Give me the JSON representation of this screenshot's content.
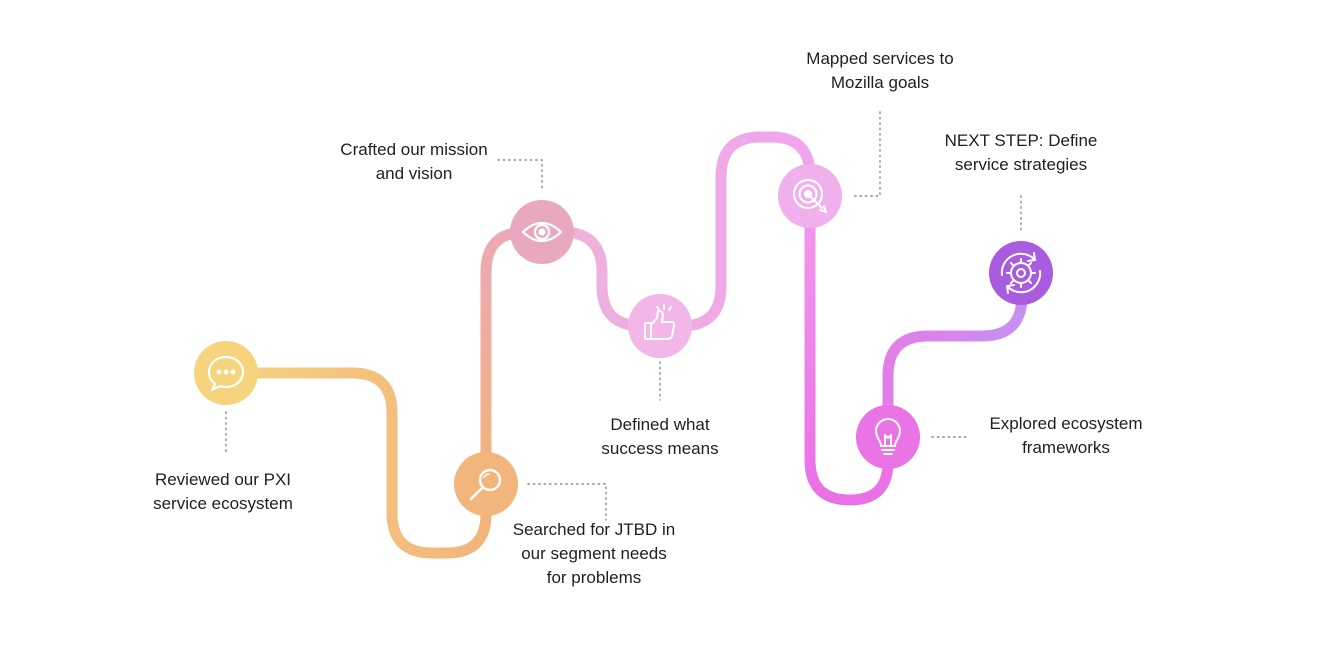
{
  "steps": [
    {
      "id": "reviewed",
      "icon": "speech-bubble-icon",
      "color": "#F6D47E",
      "lines": [
        "Reviewed our PXI",
        "service ecosystem"
      ]
    },
    {
      "id": "searched",
      "icon": "magnifier-icon",
      "color": "#F2B57C",
      "lines": [
        "Searched for JTBD in",
        "our segment needs",
        "for problems"
      ]
    },
    {
      "id": "crafted",
      "icon": "eye-icon",
      "color": "#E8A9C0",
      "lines": [
        "Crafted our mission",
        "and vision"
      ]
    },
    {
      "id": "defined",
      "icon": "thumbs-up-icon",
      "color": "#F3B6E8",
      "lines": [
        "Defined what",
        "success means"
      ]
    },
    {
      "id": "mapped",
      "icon": "target-icon",
      "color": "#F0B0EC",
      "lines": [
        "Mapped services to",
        "Mozilla goals"
      ]
    },
    {
      "id": "explored",
      "icon": "lightbulb-icon",
      "color": "#EA73E6",
      "lines": [
        "Explored ecosystem",
        "frameworks"
      ]
    },
    {
      "id": "next",
      "icon": "gear-cycle-icon",
      "color": "#A95CE0",
      "lines": [
        "NEXT STEP: Define",
        "service strategies"
      ]
    }
  ]
}
